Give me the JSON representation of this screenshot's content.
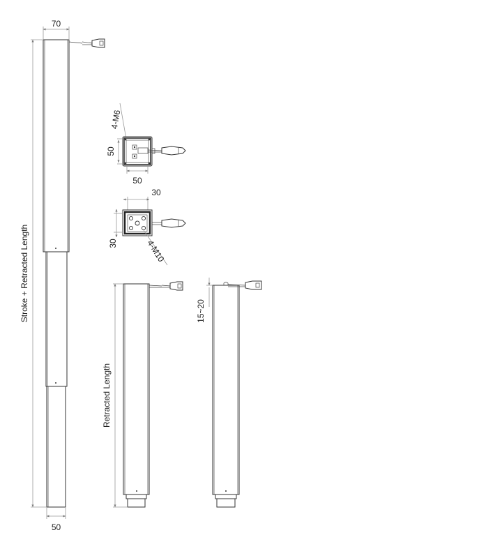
{
  "labels": {
    "top_width": "70",
    "bottom_width": "50",
    "stroke_retracted": "Stroke + Retracted Length",
    "mount_holes_top": "4-M6",
    "top_plate_side": "50",
    "top_plate_bottom": "50",
    "bottom_plate_top": "30",
    "bottom_plate_side": "30",
    "mount_holes_bottom": "4-M10",
    "retracted_length": "Retracted Length",
    "cable_offset": "15~20"
  },
  "colors": {
    "line": "#333333",
    "dimension": "#9a9a9a",
    "text": "#222222"
  }
}
